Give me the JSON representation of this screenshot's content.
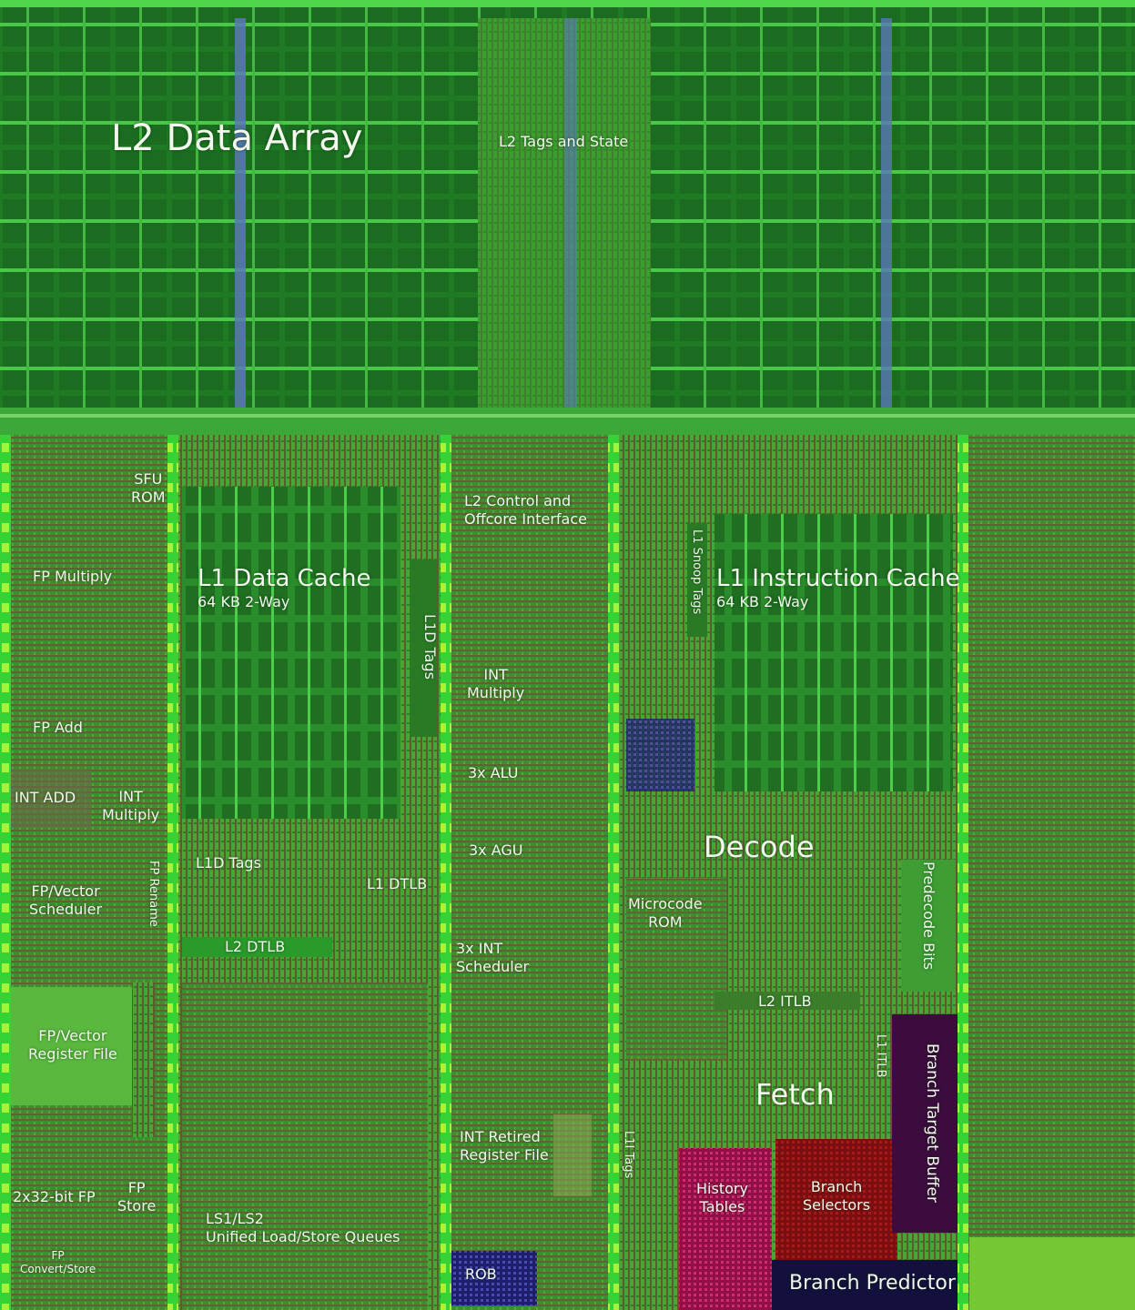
{
  "colors": {
    "die_green": "#2fae2e",
    "bright_green": "#3ce23a",
    "dark_green": "#145a1a",
    "logic_brown": "#5b5a2c",
    "history_tables": "#b3195a",
    "branch_selectors": "#8a1414",
    "branch_target_buffer": "#3b0c3d",
    "branch_predictor": "#14103d",
    "label_text": "#f2f8ee"
  },
  "labels": {
    "l2_data_array": "L2 Data Array",
    "l2_tags_state": "L2 Tags and State",
    "sfu_rom": [
      "SFU",
      "ROM"
    ],
    "fp_multiply": "FP Multiply",
    "l1_data_cache": "L1 Data Cache",
    "l1_data_cache_size": "64 KB 2-Way",
    "l1d_tags_vertical": "L1D Tags",
    "l2_control": [
      "L2 Control and",
      "Offcore Interface"
    ],
    "l1_snoop_tags": "L1 Snoop Tags",
    "l1_instruction_cache": "L1 Instruction Cache",
    "l1_instruction_cache_size": "64 KB 2-Way",
    "int_multiply_center": [
      "INT",
      "Multiply"
    ],
    "fp_add": "FP Add",
    "alu": "3x ALU",
    "int_add": "INT ADD",
    "int_multiply_left": [
      "INT",
      "Multiply"
    ],
    "decode": "Decode",
    "agu": "3x AGU",
    "l1d_tags": "L1D Tags",
    "fp_rename": "FP Rename",
    "fp_vector_scheduler": [
      "FP/Vector",
      "Scheduler"
    ],
    "l1_dtlb": "L1 DTLB",
    "predecode_bits": "Predecode Bits",
    "microcode_rom": [
      "Microcode",
      "ROM"
    ],
    "l2_dtlb": "L2 DTLB",
    "int_scheduler": [
      "3x INT",
      "Scheduler"
    ],
    "l2_itlb": "L2 ITLB",
    "fp_vector_register_file": [
      "FP/Vector",
      "Register File"
    ],
    "l1_itlb": "L1 ITLB",
    "branch_target_buffer": "Branch Target Buffer",
    "fetch": "Fetch",
    "int_retired_register_file": [
      "INT Retired",
      "Register File"
    ],
    "l1i_tags": "L1I Tags",
    "history_tables": [
      "History",
      "Tables"
    ],
    "branch_selectors": [
      "Branch",
      "Selectors"
    ],
    "fp_32bit": "2x32-bit FP",
    "fp_store": [
      "FP",
      "Store"
    ],
    "ls_queues": [
      "LS1/LS2",
      "Unified Load/Store Queues"
    ],
    "fp_convert_store": [
      "FP",
      "Convert/Store"
    ],
    "rob": "ROB",
    "branch_predictor": "Branch Predictor"
  }
}
